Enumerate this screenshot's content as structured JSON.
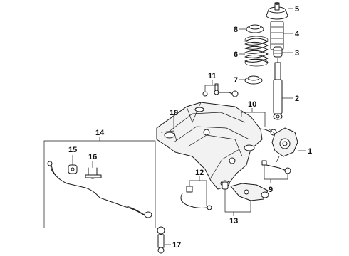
{
  "callouts": {
    "c1": "1",
    "c2": "2",
    "c3": "3",
    "c4": "4",
    "c5": "5",
    "c6": "6",
    "c7": "7",
    "c8": "8",
    "c9": "9",
    "c10": "10",
    "c11": "11",
    "c12": "12",
    "c13": "13",
    "c14": "14",
    "c15": "15",
    "c16": "16",
    "c17": "17",
    "c18": "18"
  },
  "icons": {
    "strut_mount": "strut-mount-icon",
    "bump_stop": "bump-stop-icon",
    "coil_spring": "coil-spring-icon",
    "shock_absorber": "shock-absorber-icon",
    "crossmember": "crossmember-icon",
    "stabilizer_bar": "stabilizer-bar-icon"
  },
  "colors": {
    "line": "#1a1a1a",
    "background": "#ffffff"
  }
}
